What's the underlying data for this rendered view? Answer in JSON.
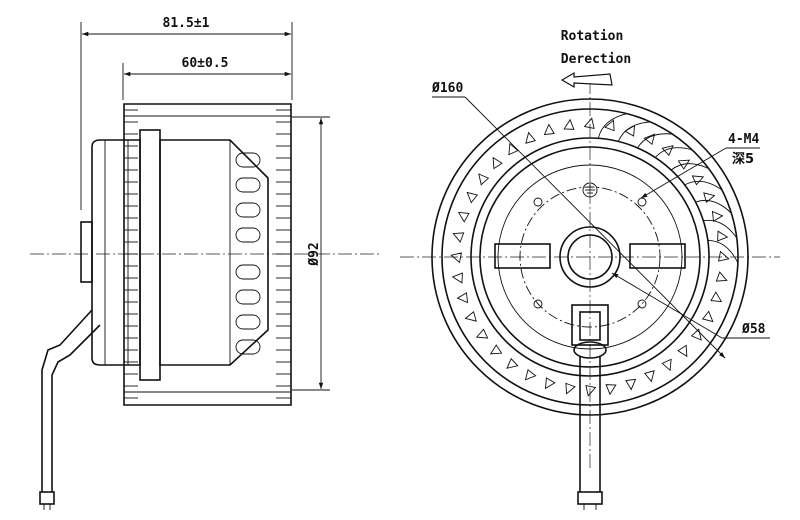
{
  "side_view": {
    "overall_length": "81.5±1",
    "wheel_length": "60±0.5",
    "height_diameter": "Ø92"
  },
  "front_view": {
    "rotation_line1": "Rotation",
    "rotation_line2": "Derection",
    "outer_diameter": "Ø160",
    "hole_spec_line1": "4-M4",
    "hole_spec_line2": "深5",
    "hub_diameter": "Ø58"
  }
}
